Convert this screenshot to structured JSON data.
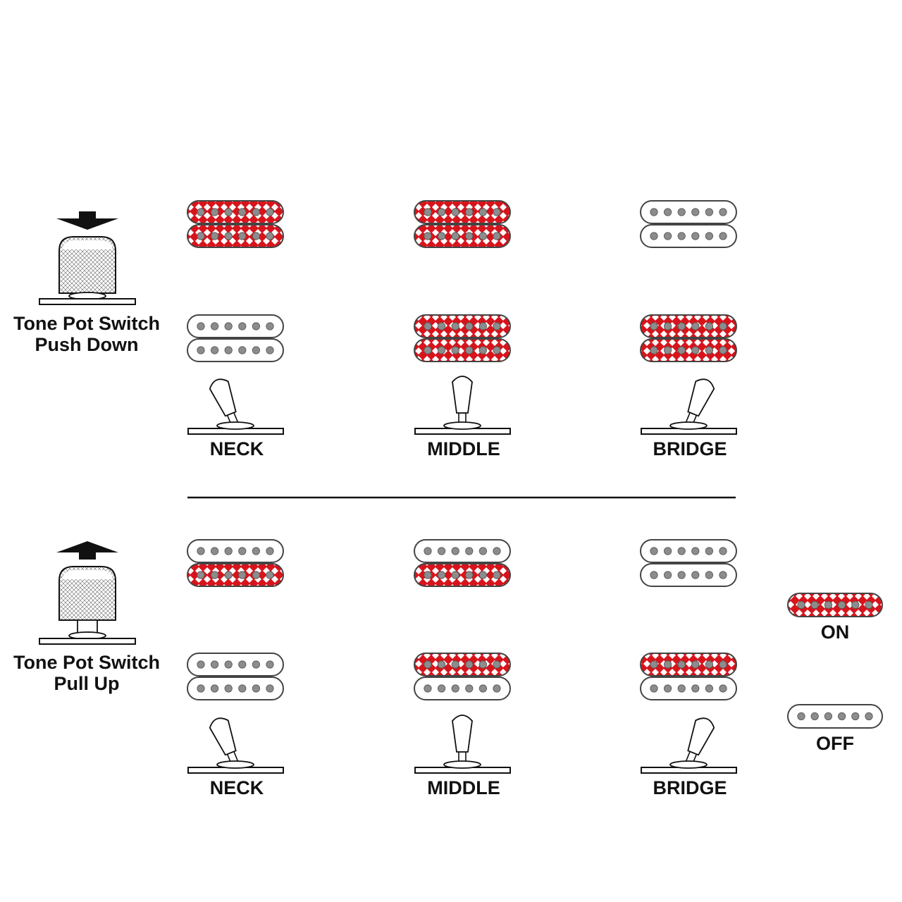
{
  "colors": {
    "on": "#d7141c",
    "off": "#ffffff",
    "outline": "#444444",
    "pole": "#8c8c8c",
    "ink": "#111111"
  },
  "sections": [
    {
      "id": "push",
      "knob_state": "pushed-down",
      "arrow_icon": "arrow-down-icon",
      "caption": [
        "Tone Pot Switch",
        "Push Down"
      ],
      "positions": [
        {
          "label": "NECK",
          "lever": "neck",
          "neck_pickup": [
            true,
            true
          ],
          "bridge_pickup": [
            false,
            false
          ]
        },
        {
          "label": "MIDDLE",
          "lever": "middle",
          "neck_pickup": [
            true,
            true
          ],
          "bridge_pickup": [
            true,
            true
          ]
        },
        {
          "label": "BRIDGE",
          "lever": "bridge",
          "neck_pickup": [
            false,
            false
          ],
          "bridge_pickup": [
            true,
            true
          ]
        }
      ]
    },
    {
      "id": "pull",
      "knob_state": "pulled-up",
      "arrow_icon": "arrow-up-icon",
      "caption": [
        "Tone Pot Switch",
        "Pull Up"
      ],
      "positions": [
        {
          "label": "NECK",
          "lever": "neck",
          "neck_pickup": [
            false,
            true
          ],
          "bridge_pickup": [
            false,
            false
          ]
        },
        {
          "label": "MIDDLE",
          "lever": "middle",
          "neck_pickup": [
            false,
            true
          ],
          "bridge_pickup": [
            true,
            false
          ]
        },
        {
          "label": "BRIDGE",
          "lever": "bridge",
          "neck_pickup": [
            false,
            false
          ],
          "bridge_pickup": [
            true,
            false
          ]
        }
      ]
    }
  ],
  "legend": [
    {
      "state": true,
      "label": "ON"
    },
    {
      "state": false,
      "label": "OFF"
    }
  ]
}
